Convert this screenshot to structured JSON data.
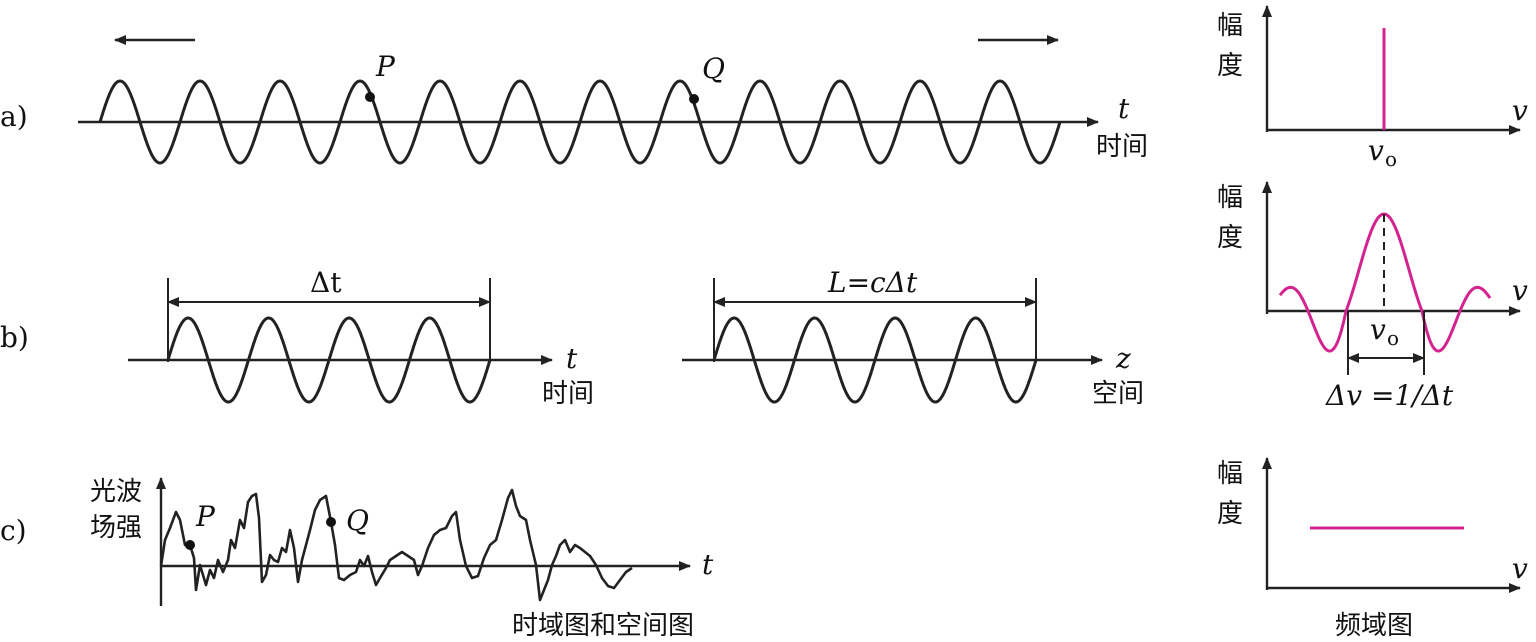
{
  "row_labels": {
    "a": "a)",
    "b": "b)",
    "c": "c)"
  },
  "time_domain": {
    "a": {
      "axis_var": "t",
      "axis_name": "时间",
      "point_p": "P",
      "point_q": "Q"
    },
    "b_time": {
      "axis_var": "t",
      "axis_name": "时间",
      "duration_label": "Δt"
    },
    "b_space": {
      "axis_var": "z",
      "axis_name": "空间",
      "length_label": "L=cΔt"
    },
    "c": {
      "axis_var": "t",
      "y_label_line1": "光波",
      "y_label_line2": "场强",
      "point_p": "P",
      "point_q": "Q"
    },
    "caption": "时域图和空间图"
  },
  "frequency_domain": {
    "a": {
      "y_label_line1": "幅",
      "y_label_line2": "度",
      "x_var": "v",
      "center_label": "v",
      "center_sub": "o"
    },
    "b": {
      "y_label_line1": "幅",
      "y_label_line2": "度",
      "x_var": "v",
      "center_label": "v",
      "center_sub": "o",
      "width_label": "Δv =1/Δt"
    },
    "c": {
      "y_label_line1": "幅",
      "y_label_line2": "度",
      "x_var": "v"
    },
    "caption": "频域图"
  },
  "colors": {
    "ink": "#222222",
    "spectrum": "#d4238f"
  }
}
